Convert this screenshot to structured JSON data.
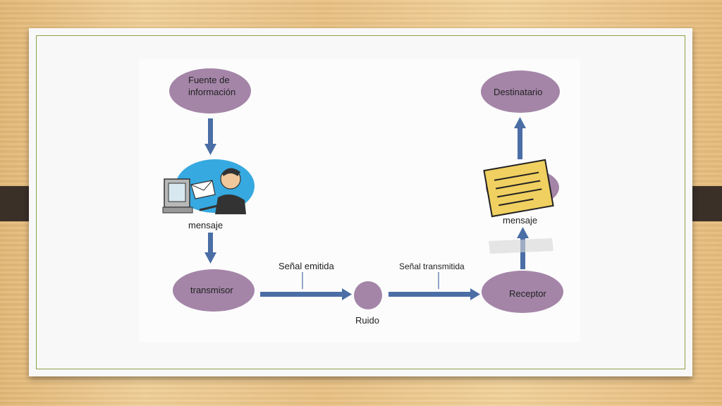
{
  "diagram": {
    "nodes": {
      "source_line1": "Fuente de",
      "source_line2": "información",
      "destination": "Destinatario",
      "transmitter": "transmisor",
      "receiver": "Receptor",
      "noise": "Ruido"
    },
    "labels": {
      "message_left": "mensaje",
      "message_right": "mensaje",
      "signal_emitted": "Señal emitida",
      "signal_transmitted": "Señal transmitida"
    },
    "colors": {
      "node_fill": "#a485a8",
      "arrow": "#4a6ea5",
      "note": "#f0d060"
    }
  }
}
